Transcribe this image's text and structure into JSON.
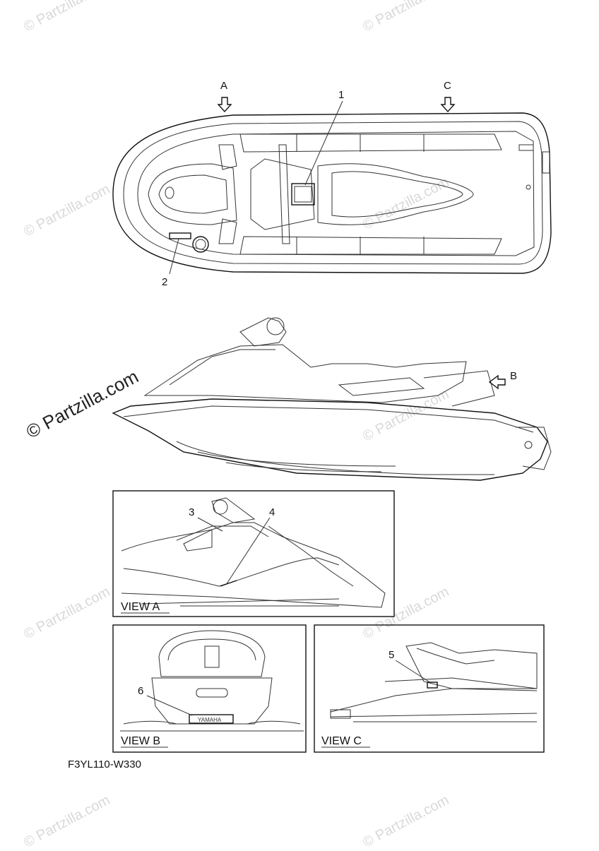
{
  "watermark": "© Partzilla.com",
  "arrows": {
    "a": "A",
    "b": "B",
    "c": "C"
  },
  "callouts": [
    "1",
    "2",
    "3",
    "4",
    "5",
    "6"
  ],
  "views": {
    "a": "VIEW A",
    "b": "VIEW B",
    "c": "VIEW C"
  },
  "diagram_code": "F3YL110-W330"
}
